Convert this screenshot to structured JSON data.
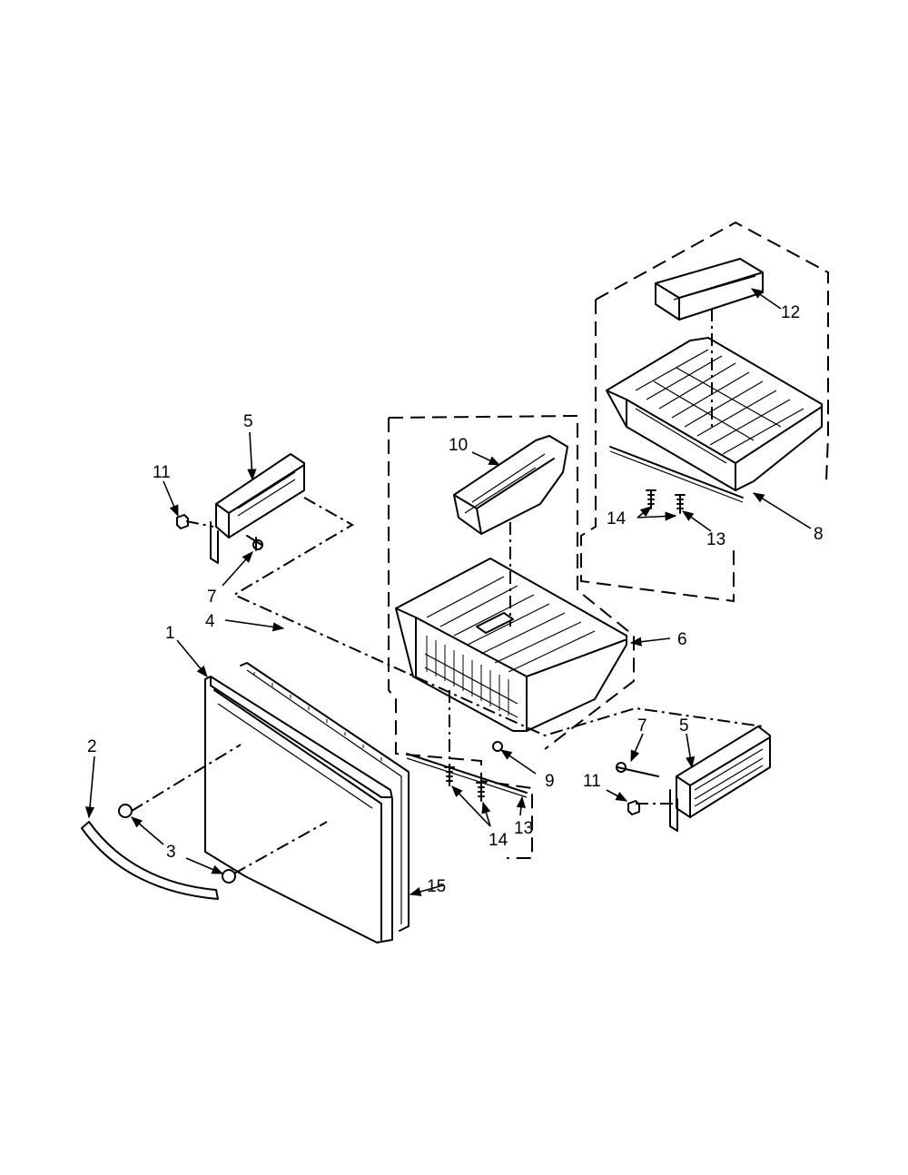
{
  "callouts": {
    "c1": "1",
    "c2": "2",
    "c3": "3",
    "c4": "4",
    "c5_left": "5",
    "c5_right": "5",
    "c6": "6",
    "c7_left": "7",
    "c7_right": "7",
    "c8": "8",
    "c9": "9",
    "c10": "10",
    "c11_left": "11",
    "c11_right": "11",
    "c12": "12",
    "c13_mid": "13",
    "c13_right": "13",
    "c14_mid": "14",
    "c14_right": "14",
    "c15": "15"
  },
  "colors": {
    "line": "#000000",
    "background": "#ffffff"
  }
}
